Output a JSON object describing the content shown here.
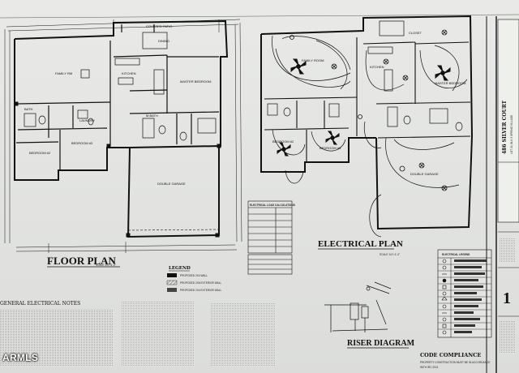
{
  "floor_plan": {
    "title": "FLOOR PLAN",
    "scale": "SCALE 1/4\"=1'-0\"",
    "rooms": {
      "family": "FAMILY RM",
      "kitchen": "KITCHEN",
      "dining": "DINING",
      "master": "MASTER BEDROOM",
      "bath": "BATH",
      "mbath": "M.BATH",
      "bed2": "BEDROOM #2",
      "bed3": "BEDROOM #3",
      "garage": "DOUBLE GARAGE",
      "laundry": "LAUNDRY",
      "porch": "COVERED PATIO"
    }
  },
  "legend": {
    "title": "LEGEND",
    "items": [
      "PROPOSED 2X4 WALL",
      "PROPOSED 2X6 EXTERIOR WALL",
      "PROPOSED 2X4 EXTERIOR WALL"
    ]
  },
  "notes": {
    "general_title": "GENERAL ELECTRICAL NOTES"
  },
  "electrical_plan": {
    "title": "ELECTRICAL PLAN",
    "scale": "SCALE 1/4\"=1'-0\"",
    "rooms": {
      "family": "FAMILY ROOM",
      "kitchen": "KITCHEN",
      "master": "MASTER BEDROOM",
      "bed2": "BEDROOM #2",
      "bed3": "BEDROOM #3",
      "garage": "DOUBLE GARAGE",
      "closet": "CLOSET"
    }
  },
  "load_calc": {
    "title": "ELECTRICAL LOAD CALCULATIONS"
  },
  "electrical_legend": {
    "title": "ELECTRICAL LEGEND"
  },
  "riser": {
    "title": "RISER DIAGRAM"
  },
  "code": {
    "title": "CODE COMPLIANCE",
    "line1": "PROPERTY CONSTRUCTION MUST BE IN ACCORDANCE",
    "line2": "WITH IRC 2021"
  },
  "title_block": {
    "address1": "486 SILVER COURT",
    "address2": "LOT 24, BLK 3 SPRING VILLAGE",
    "sheet_number": "1"
  },
  "watermark": "ARMLS"
}
